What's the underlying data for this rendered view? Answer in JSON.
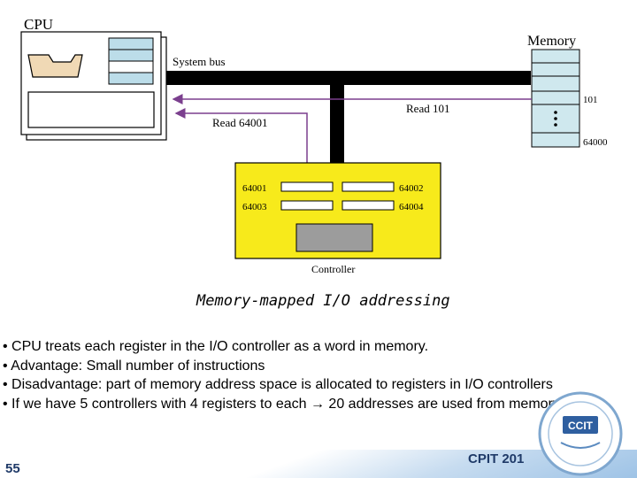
{
  "diagram": {
    "cpu_label": "CPU",
    "memory_label": "Memory",
    "system_bus_label": "System bus",
    "read_101_label": "Read 101",
    "read_64001_label": "Read 64001",
    "addr_101": "101",
    "addr_64000": "64000",
    "controller_label": "Controller",
    "registers": [
      "64001",
      "64002",
      "64003",
      "64004"
    ],
    "colors": {
      "bus": "#000000",
      "read_arrow": "#7b3f8e",
      "controller_fill": "#f7ea1b",
      "memory_fill": "#cfe8ee",
      "cpu_register_fill": "#bcdde9",
      "cpu_alu_fill": "#f0d9b5"
    }
  },
  "caption": "Memory-mapped I/O addressing",
  "bullets": [
    "• CPU treats each register in the I/O controller as a word in memory.",
    "• Advantage: Small number of instructions",
    "• Disadvantage: part of memory address space is allocated to registers in I/O controllers",
    "• If we have 5 controllers with 4 registers to each → 20 addresses are used from memory"
  ],
  "footer": {
    "page_number": "55",
    "course": "CPIT 201",
    "seal_text": "CCIT"
  }
}
